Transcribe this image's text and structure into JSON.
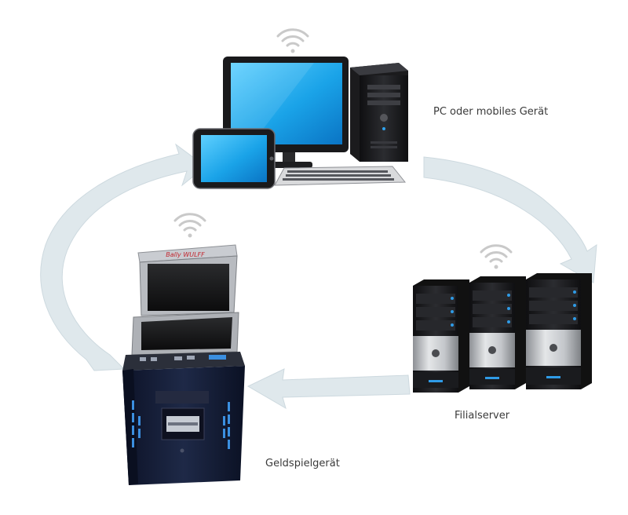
{
  "nodes": {
    "pc": {
      "label": "PC oder mobiles Gerät"
    },
    "server": {
      "label": "Filialserver"
    },
    "machine": {
      "label": "Geldspielgerät",
      "brand": "Bally WULFF"
    }
  },
  "colors": {
    "arrow": "#dfe8ec",
    "arrow_edge": "#cdd9df",
    "screen_blue": "#1aa3e8",
    "wifi": "#c9c9c9",
    "device_dark": "#1b1b1d",
    "machine_body": "#141c33",
    "machine_led": "#3b8fe0",
    "server_silver": "#b9bcc0",
    "server_led": "#2f9be6"
  },
  "icons": [
    "wifi-icon",
    "monitor-icon",
    "tablet-icon",
    "pc-tower-icon",
    "keyboard-icon",
    "server-icon",
    "gaming-machine-icon",
    "cycle-arrow-icon"
  ]
}
